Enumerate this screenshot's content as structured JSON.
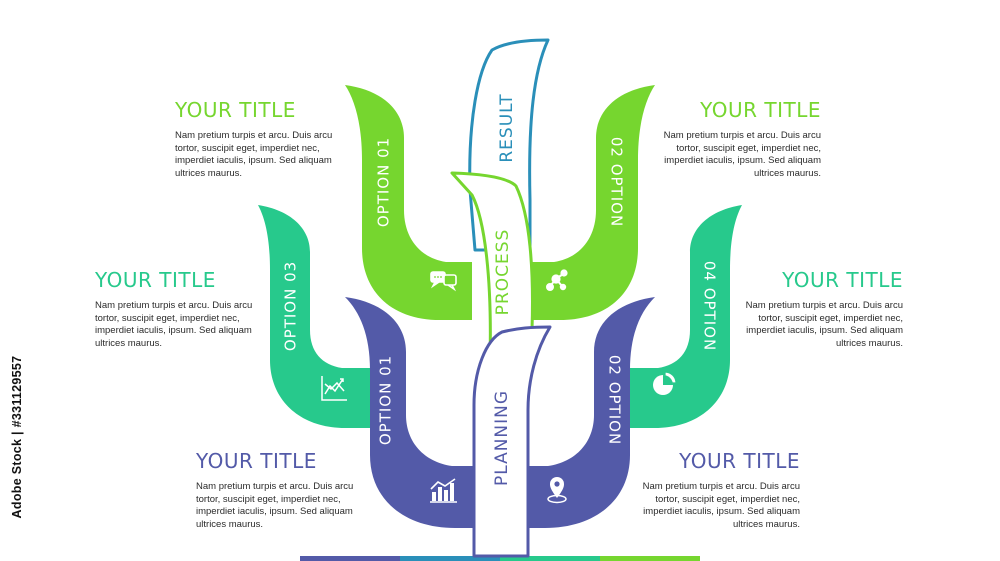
{
  "colors": {
    "lime": "#76d62f",
    "teal": "#27c98c",
    "indigo": "#535aa8",
    "blue": "#2a8fb9",
    "text": "#2b2b2b",
    "white": "#ffffff"
  },
  "stages": {
    "result": "RESULT",
    "process": "PROCESS",
    "planning": "PLANNING"
  },
  "options": {
    "top_left": "OPTION 01",
    "top_right": "02 OPTION",
    "mid_left": "OPTION 03",
    "mid_right": "04 OPTION",
    "bottom_left": "OPTION 01",
    "bottom_right": "02 OPTION"
  },
  "icons": {
    "top_left": "chat-bubbles-icon",
    "top_right": "molecule-icon",
    "mid_left": "line-chart-icon",
    "mid_right": "pie-chart-icon",
    "bottom_left": "bar-chart-icon",
    "bottom_right": "location-pin-icon"
  },
  "text_blocks": {
    "top_left": {
      "title": "YOUR TITLE",
      "lines": [
        "Nam pretium turpis et arcu. Duis arcu",
        "tortor, suscipit eget, imperdiet nec,",
        "imperdiet iaculis, ipsum. Sed aliquam",
        "ultrices maurus."
      ]
    },
    "top_right": {
      "title": "YOUR TITLE",
      "lines": [
        "Nam pretium turpis et arcu. Duis arcu",
        "tortor, suscipit eget, imperdiet nec,",
        "imperdiet iaculis, ipsum. Sed aliquam",
        "ultrices maurus."
      ]
    },
    "mid_left": {
      "title": "YOUR TITLE",
      "lines": [
        "Nam pretium turpis et arcu. Duis arcu",
        "tortor, suscipit eget, imperdiet nec,",
        "imperdiet iaculis, ipsum. Sed aliquam",
        "ultrices maurus."
      ]
    },
    "mid_right": {
      "title": "YOUR TITLE",
      "lines": [
        "Nam pretium turpis et arcu. Duis arcu",
        "tortor, suscipit eget, imperdiet nec,",
        "imperdiet iaculis, ipsum. Sed aliquam",
        "ultrices maurus."
      ]
    },
    "bottom_left": {
      "title": "YOUR TITLE",
      "lines": [
        "Nam pretium turpis et arcu. Duis arcu",
        "tortor, suscipit eget, imperdiet nec,",
        "imperdiet iaculis, ipsum. Sed aliquam",
        "ultrices maurus."
      ]
    },
    "bottom_right": {
      "title": "YOUR TITLE",
      "lines": [
        "Nam pretium turpis et arcu. Duis arcu",
        "tortor, suscipit eget, imperdiet nec,",
        "imperdiet iaculis, ipsum. Sed aliquam",
        "ultrices maurus."
      ]
    }
  },
  "watermark": "Adobe Stock | #331129557"
}
